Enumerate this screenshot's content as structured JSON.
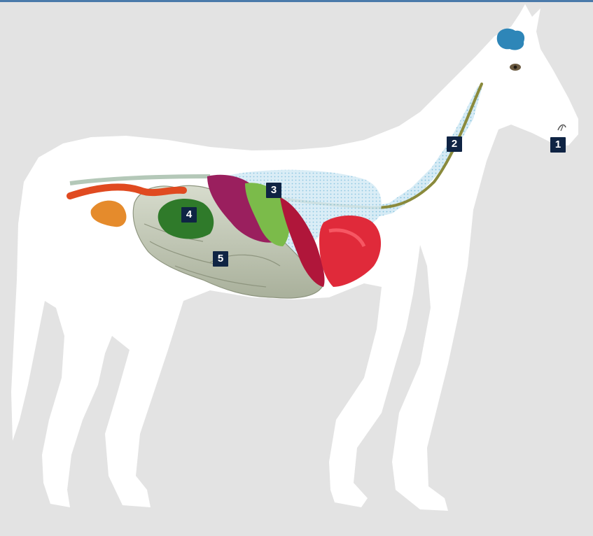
{
  "colors": {
    "background": "#e3e3e3",
    "top_rule": "#4a7aaa",
    "silhouette": "#ffffff",
    "marker_fill": "#0f2444",
    "marker_text": "#ffffff"
  },
  "markers": [
    {
      "label": "1"
    },
    {
      "label": "2"
    },
    {
      "label": "3"
    },
    {
      "label": "4"
    },
    {
      "label": "5"
    }
  ]
}
